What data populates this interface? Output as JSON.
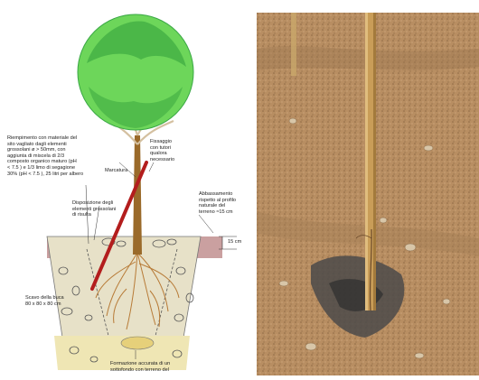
{
  "labels": {
    "riempimento": "Riempimento con materiale del\nsito vagliato dagli elementi\ngrossolani ø > 50mm, con\naggiunta di miscela di 2/3\ncomposto organico maturo (pH\n< 7.5 ) e 1/3 limo di segagione\n30% (pH < 7.5 ), 25 litri per albero",
    "marcatura": "Marcatura",
    "fissaggio": "Fissaggio\ncon tutori\nqualora\nnecessario",
    "disposizione": "Disposizione degli\nelementi grossolani\ndi risulta",
    "abbassamento": "Abbassamento\nrispetto al profilo\nnaturale del\nterreno ≈15 cm",
    "depth": "15 cm",
    "scavo": "Scavo della buca\n80 x 80 x 80 cm",
    "formazione": "Formazione accurata di un\nsottofondo con terreno del"
  },
  "colors": {
    "foliage": "#6dd65a",
    "foliage_dark": "#2f9e3a",
    "soil_top": "#caa0a0",
    "soil_pit": "#e2dcc4",
    "soil_base": "#efe6b4",
    "stake": "#b31d1d",
    "trunk": "#9a6a2a",
    "photo_soil": "#b88e62"
  }
}
